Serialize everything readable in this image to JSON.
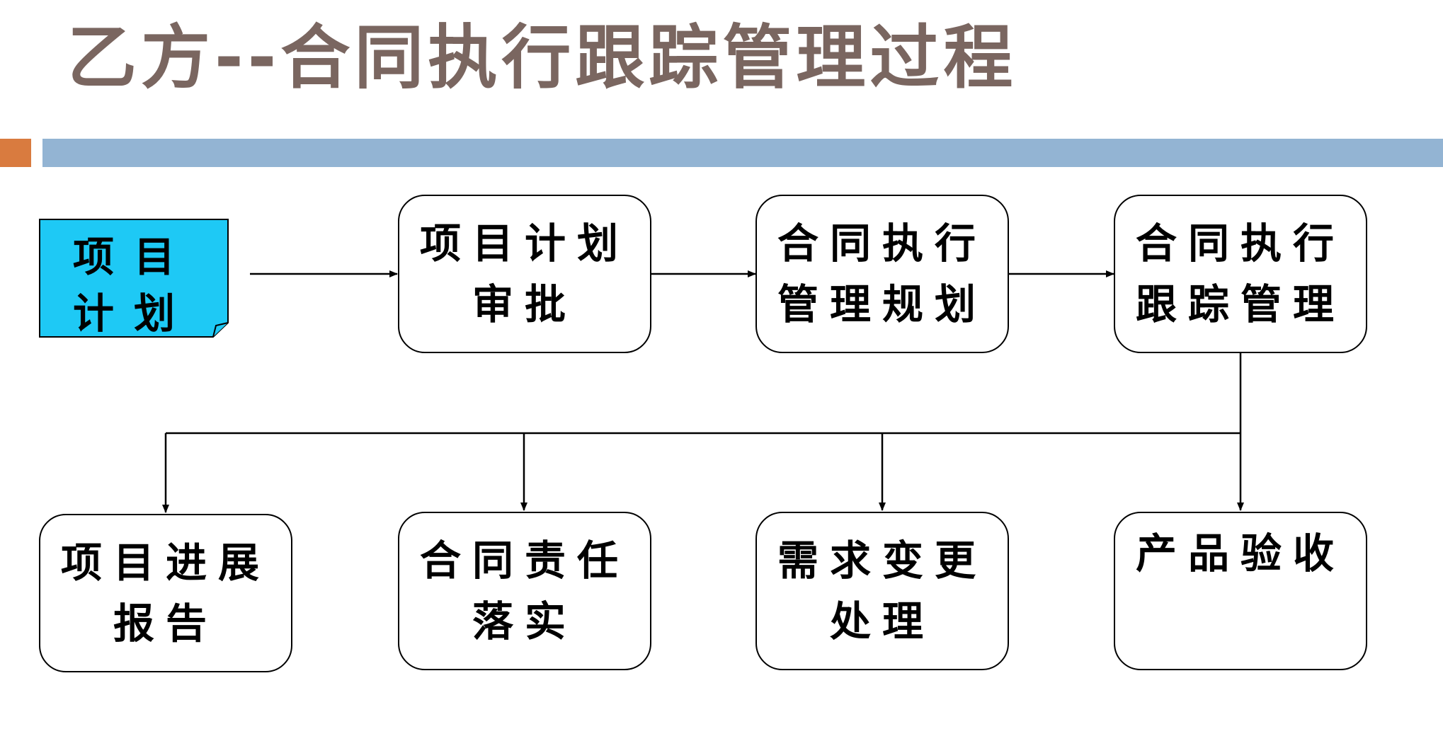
{
  "title": "乙方--合同执行跟踪管理过程",
  "colors": {
    "title": "#7a6660",
    "accent_square": "#d97b3f",
    "accent_bar": "#93b4d3",
    "note_fill": "#1ec9f5"
  },
  "start_note": {
    "label": "项目\n计划"
  },
  "top_row": [
    {
      "label": "项目计划\n审批"
    },
    {
      "label": "合同执行\n管理规划"
    },
    {
      "label": "合同执行\n跟踪管理"
    }
  ],
  "bottom_row": [
    {
      "label": "项目进展\n报告"
    },
    {
      "label": "合同责任\n落实"
    },
    {
      "label": "需求变更\n处理"
    },
    {
      "label": "产品验收"
    }
  ]
}
